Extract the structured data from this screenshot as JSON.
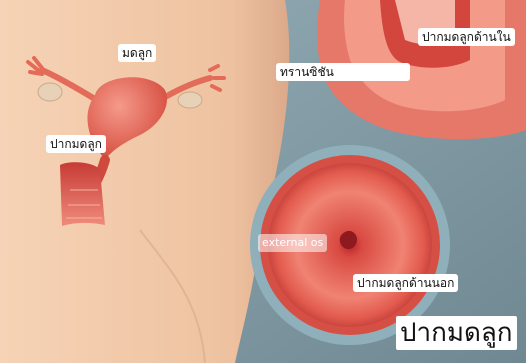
{
  "labels": {
    "uterus": "มดลูก",
    "cervix": "ปากมดลูก",
    "cervix_inner": "ปากมดลูกด้านใน",
    "transition_zone": "ทรานซิชัน",
    "external_os": "external os",
    "cervix_outer": "ปากมดลูกด้านนอก",
    "caption": "ปากมดลูก"
  },
  "colors": {
    "background": "#7f98a2",
    "skin": "#f0c8a7",
    "tissue": "#e05d4a",
    "tissue_light": "#f49a86",
    "label_bg": "#ffffff"
  }
}
